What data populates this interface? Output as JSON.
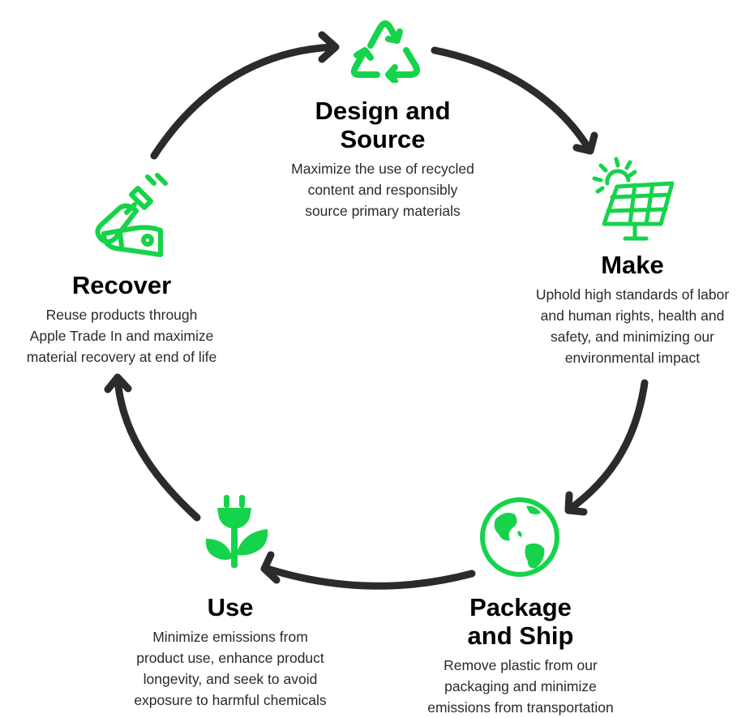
{
  "colors": {
    "accent": "#15d34a",
    "arrow": "#2b2b2b"
  },
  "stages": [
    {
      "id": "design",
      "icon": "recycle-icon",
      "title": "Design and\nSource",
      "description": "Maximize the use of recycled\ncontent and responsibly\nsource primary materials"
    },
    {
      "id": "make",
      "icon": "solar-panel-icon",
      "title": "Make",
      "description": "Uphold high standards of labor\nand human rights, health and\nsafety, and minimizing our\nenvironmental impact"
    },
    {
      "id": "package",
      "icon": "globe-icon",
      "title": "Package\nand Ship",
      "description": "Remove plastic from our\npackaging and minimize\nemissions from transportation"
    },
    {
      "id": "use",
      "icon": "plug-plant-icon",
      "title": "Use",
      "description": "Minimize emissions from\nproduct use, enhance product\nlongevity, and seek to avoid\nexposure to harmful chemicals"
    },
    {
      "id": "recover",
      "icon": "robot-arm-icon",
      "title": "Recover",
      "description": "Reuse products through\nApple Trade In and maximize\nmaterial recovery at end of life"
    }
  ]
}
